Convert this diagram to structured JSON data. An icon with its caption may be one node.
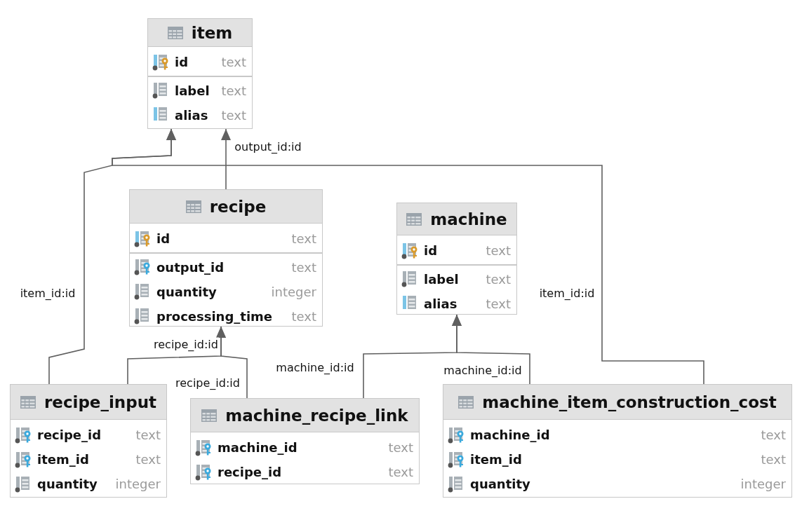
{
  "diagram": {
    "nodes": [
      {
        "text": [
          "item",
          "id",
          "text",
          "label",
          "text",
          "alias",
          "text"
        ]
      },
      {
        "text": [
          "recipe",
          "id",
          "text",
          "output_id",
          "text",
          "quantity",
          "integer",
          "processing_time",
          "text"
        ]
      },
      {
        "text": [
          "machine",
          "id",
          "text",
          "label",
          "text",
          "alias",
          "text"
        ]
      },
      {
        "text": [
          "recipe_input",
          "recipe_id",
          "text",
          "item_id",
          "text",
          "quantity",
          "integer"
        ]
      },
      {
        "text": [
          "machine_recipe_link",
          "machine_id",
          "text",
          "recipe_id",
          "text"
        ]
      },
      {
        "text": [
          "machine_item_construction_cost",
          "machine_id",
          "text",
          "item_id",
          "text",
          "quantity",
          "integer"
        ]
      }
    ],
    "edges": [
      {
        "from": 1,
        "to": 0,
        "arrow": "to",
        "label": "output_id:id"
      },
      {
        "from": 3,
        "to": 0,
        "arrow": "to",
        "label": "item_id:id"
      },
      {
        "from": 5,
        "to": 0,
        "arrow": "to",
        "label": "item_id:id"
      },
      {
        "from": 3,
        "to": 1,
        "arrow": "to",
        "label": "recipe_id:id"
      },
      {
        "from": 4,
        "to": 1,
        "arrow": "to",
        "label": "recipe_id:id"
      },
      {
        "from": 4,
        "to": 2,
        "arrow": "to",
        "label": "machine_id:id"
      },
      {
        "from": 5,
        "to": 2,
        "arrow": "to",
        "label": "machine_id:id"
      }
    ]
  }
}
